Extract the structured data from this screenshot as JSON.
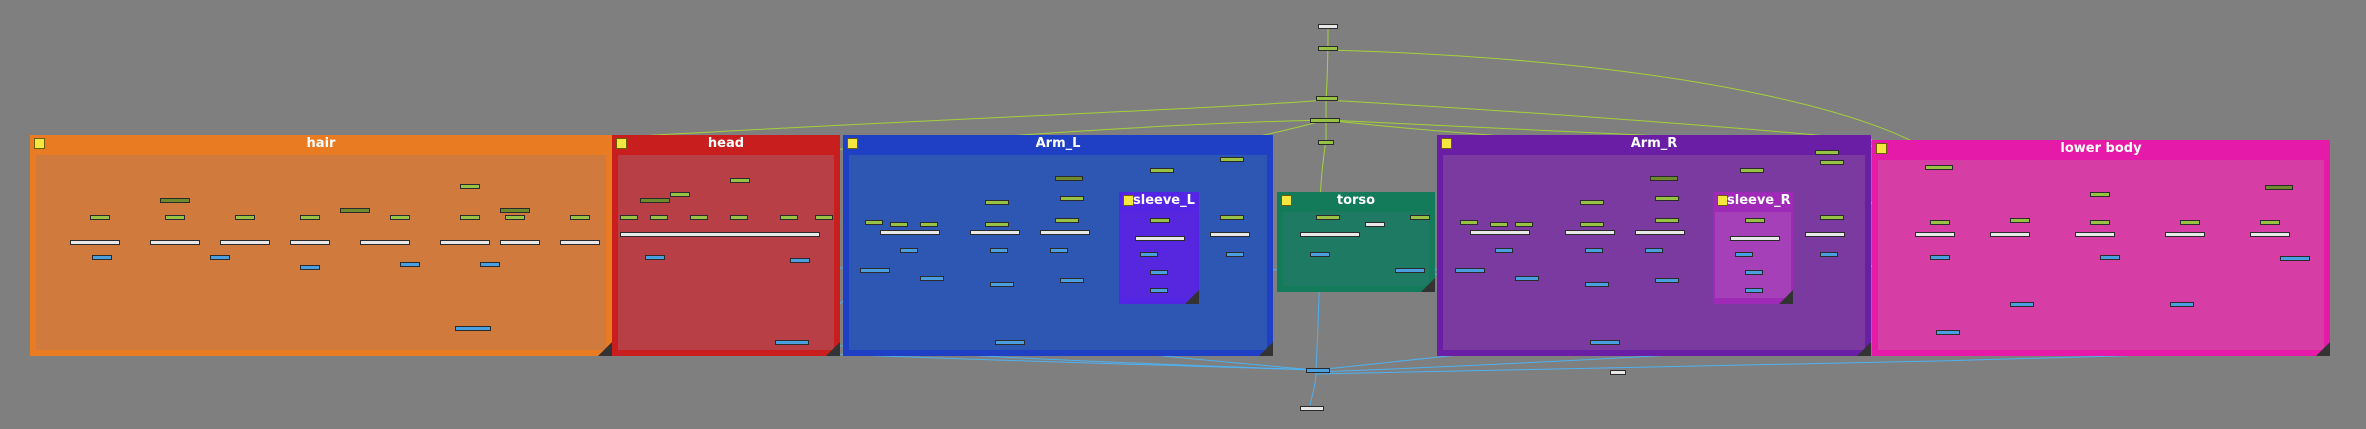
{
  "canvas": {
    "background": "#7f7f7f"
  },
  "backdrops": [
    {
      "id": "hair",
      "label": "hair",
      "color": "#e97b22",
      "innerColor": "#d07a3e"
    },
    {
      "id": "head",
      "label": "head",
      "color": "#c81e1e",
      "innerColor": "#b83f46"
    },
    {
      "id": "arm-l",
      "label": "Arm_L",
      "color": "#1f40c4",
      "innerColor": "#2e56b3"
    },
    {
      "id": "sleeve-l",
      "label": "sleeve_L",
      "color": "#5525e6",
      "innerColor": "#5727e0"
    },
    {
      "id": "torso",
      "label": "torso",
      "color": "#137a5a",
      "innerColor": "#1e7a62"
    },
    {
      "id": "arm-r",
      "label": "Arm_R",
      "color": "#6a1ea6",
      "innerColor": "#7a3aa0"
    },
    {
      "id": "sleeve-r",
      "label": "sleeve_R",
      "color": "#a02ab8",
      "innerColor": "#a640b8"
    },
    {
      "id": "lower-body",
      "label": "lower body",
      "color": "#e61aa8",
      "innerColor": "#d63ea6"
    }
  ],
  "colors": {
    "green_wire": "#a5d13a",
    "blue_wire": "#4fb0ef",
    "node_green": "#98c244",
    "node_blue": "#4a9fe0"
  }
}
